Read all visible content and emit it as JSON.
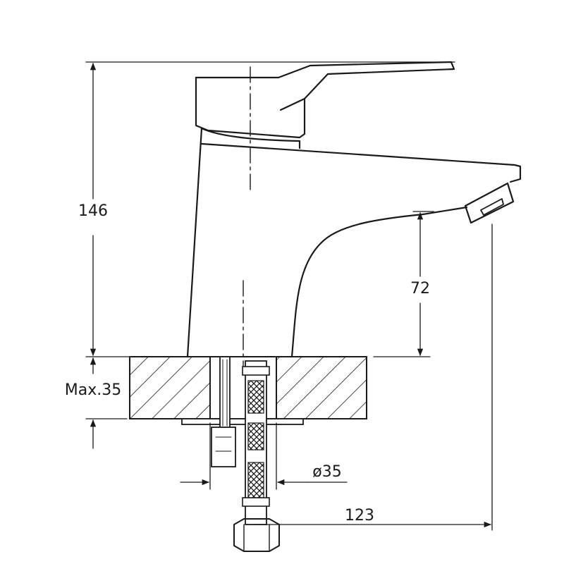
{
  "colors": {
    "ink": "#1a1a1a",
    "background": "#ffffff"
  },
  "dimensions": {
    "total_height": "146",
    "spout_clearance": "72",
    "max_deck_thickness": "Max.35",
    "hole_diameter": "ø35",
    "spout_reach": "123"
  }
}
